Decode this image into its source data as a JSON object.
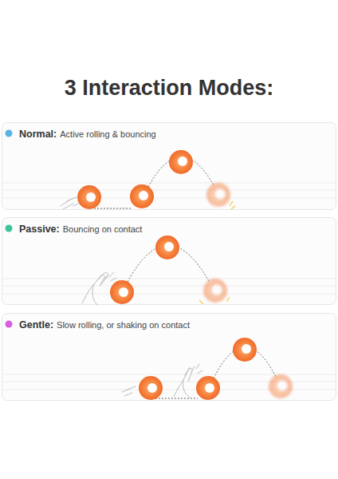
{
  "diagram": {
    "title": "3 Interaction Modes:",
    "nodes": [
      {
        "text": [
          "Normal:",
          "Active rolling & bouncing"
        ]
      },
      {
        "text": [
          "Passive:",
          "Bouncing on contact"
        ]
      },
      {
        "text": [
          "Gentle:",
          "Slow rolling, or shaking on contact"
        ]
      }
    ]
  }
}
